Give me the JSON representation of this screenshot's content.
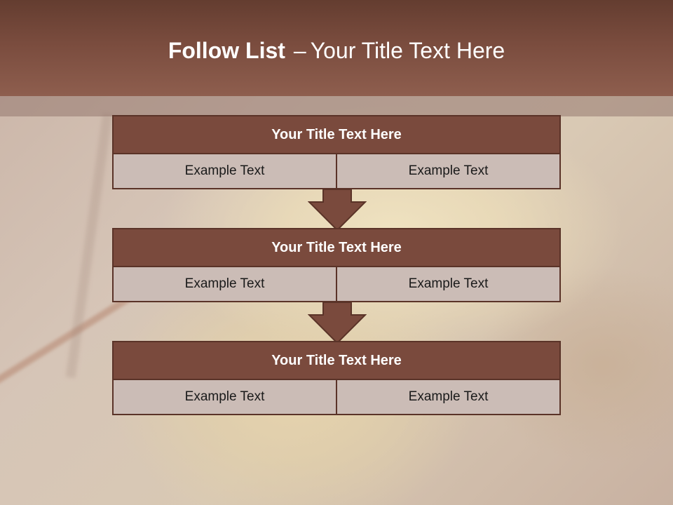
{
  "slide": {
    "title_bold": "Follow List",
    "title_dash": "–",
    "title_rest": "Your Title Text Here"
  },
  "blocks": [
    {
      "title": "Your Title Text Here",
      "left": "Example Text",
      "right": "Example Text"
    },
    {
      "title": "Your Title Text Here",
      "left": "Example Text",
      "right": "Example Text"
    },
    {
      "title": "Your Title Text Here",
      "left": "Example Text",
      "right": "Example Text"
    }
  ],
  "colors": {
    "header": "#7a4c3e",
    "block_title": "#7a4a3d",
    "cell": "#cbbcb6",
    "border": "#5a3328"
  },
  "icons": [
    "down-arrow-icon",
    "down-arrow-icon"
  ]
}
